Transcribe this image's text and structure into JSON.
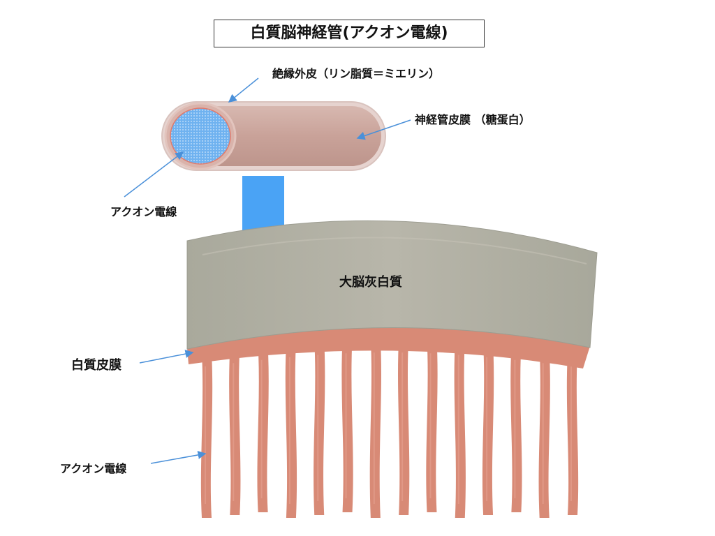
{
  "title": "白質脳神経管(アクオン電線)",
  "labels": {
    "myelin_sheath": "絶縁外皮（リン脂質＝ミエリン）",
    "neural_tube_membrane": "神経管皮膜 （糖蛋白）",
    "axon_top": "アクオン電線",
    "gray_matter": "大脳灰白質",
    "white_matter_membrane": "白質皮膜",
    "axon_bottom": "アクオン電線"
  },
  "colors": {
    "tube": "#c9a299",
    "tube_outline": "#e3cfcb",
    "axon_core": "#6fb2f0",
    "arrow_fill": "#4aa3f5",
    "gray_matter": "#b0b0a4",
    "axon_fibers": "#d88a76",
    "pointer_line": "#4a90d9"
  },
  "fiber_count": 14
}
